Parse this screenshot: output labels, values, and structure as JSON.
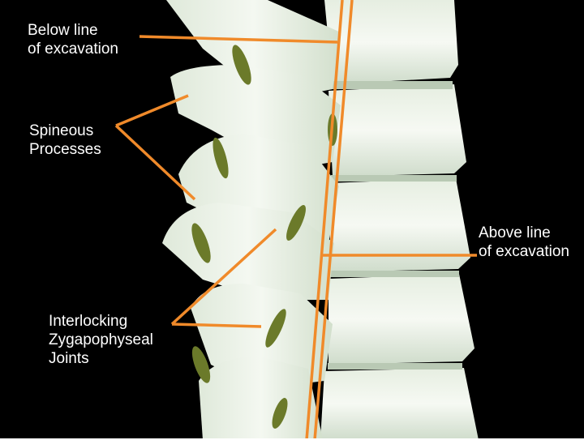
{
  "labels": {
    "below_excavation": [
      "Below line",
      "of excavation"
    ],
    "spinous_processes": [
      "Spineous",
      "Processes"
    ],
    "above_excavation": [
      "Above line",
      "of excavation"
    ],
    "zygapophyseal_joints": [
      "Interlocking",
      "Zygapophyseal",
      "Joints"
    ]
  },
  "colors": {
    "background": "#000000",
    "bone": "#e8f0e4",
    "bone_shade": "#c9d8c4",
    "joint": "#6b7a2a",
    "leader_line": "#f08a2a",
    "frame": "#ffffff"
  }
}
